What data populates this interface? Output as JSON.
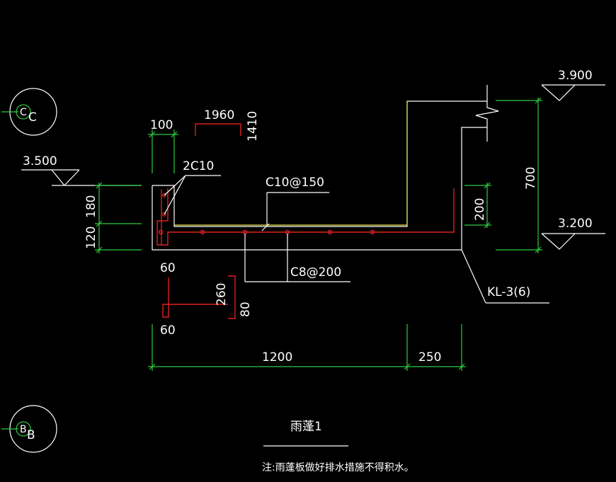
{
  "axis_markers": {
    "c": {
      "big": "C",
      "small": "C"
    },
    "b": {
      "big": "B",
      "small": "B"
    }
  },
  "elevations": {
    "top_right": "3.900",
    "bottom_right": "3.200",
    "left": "3.500"
  },
  "dimensions": {
    "d100": "100",
    "d1960": "1960",
    "d1410": "1410",
    "d180": "180",
    "d120": "120",
    "d200": "200",
    "d700": "700",
    "d60a": "60",
    "d60b": "60",
    "d260": "260",
    "d80": "80",
    "d1200": "1200",
    "d250": "250"
  },
  "labels": {
    "bar_2c10": "2C10",
    "bar_c10": "C10@150",
    "bar_c8": "C8@200",
    "beam": "KL-3(6)"
  },
  "title": "雨蓬1",
  "note": "注:雨蓬板做好排水措施不得积水。",
  "colors": {
    "background": "#000000",
    "outline": "#ffffff",
    "dimension": "#2ecc40",
    "rebar": "#e02020",
    "wall": "#e8e04a"
  }
}
